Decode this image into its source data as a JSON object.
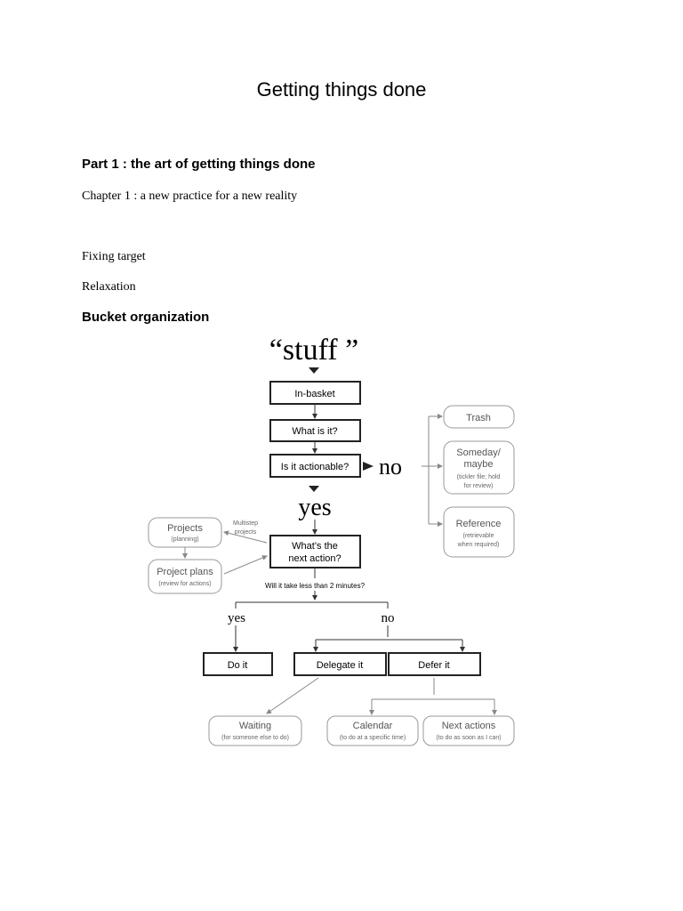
{
  "document": {
    "title": "Getting things done",
    "part_heading": "Part 1 : the art of getting things done",
    "chapter": "Chapter 1 : a new practice for a new reality",
    "line_fixing": "Fixing target",
    "line_relaxation": "Relaxation",
    "section_heading": "Bucket organization"
  },
  "flowchart": {
    "stuff": "“stuff ”",
    "in_basket": "In-basket",
    "what_is_it": "What is it?",
    "is_actionable": "Is it actionable?",
    "no_big": "no",
    "yes_big": "yes",
    "trash": "Trash",
    "someday_1": "Someday/",
    "someday_2": "maybe",
    "someday_sub_1": "(tickler file; hold",
    "someday_sub_2": "for review)",
    "reference": "Reference",
    "reference_sub_1": "(retrievable",
    "reference_sub_2": "when required)",
    "projects": "Projects",
    "projects_sub": "(planning)",
    "multistep_1": "Multistep",
    "multistep_2": "projects",
    "project_plans": "Project plans",
    "project_plans_sub": "(review for actions)",
    "next_action_1": "What’s the",
    "next_action_2": "next action?",
    "two_minutes": "Will it take less than 2 minutes?",
    "yes_small": "yes",
    "no_small": "no",
    "do_it": "Do it",
    "delegate_it": "Delegate it",
    "defer_it": "Defer it",
    "waiting": "Waiting",
    "waiting_sub": "(for someone else to do)",
    "calendar": "Calendar",
    "calendar_sub": "(to do at a specific time)",
    "next_actions": "Next actions",
    "next_actions_sub": "(to do as soon as I can)"
  }
}
